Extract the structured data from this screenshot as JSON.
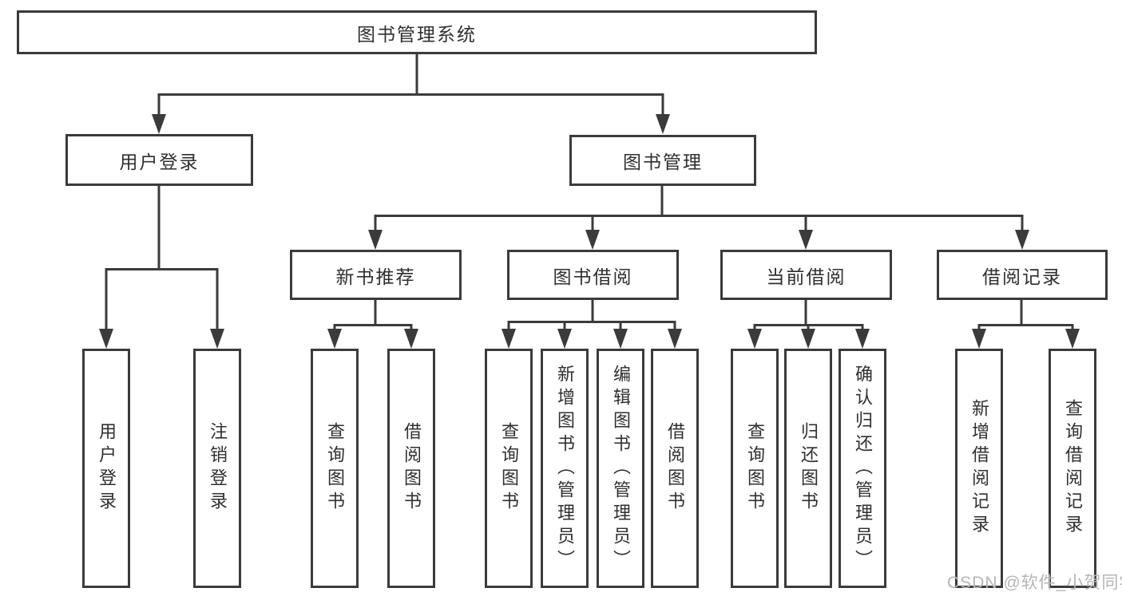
{
  "diagram": {
    "title": "图书管理系统",
    "branches": {
      "user_login": {
        "label": "用户登录",
        "children": [
          {
            "label": "用户登录"
          },
          {
            "label": "注销登录"
          }
        ]
      },
      "book_management": {
        "label": "图书管理",
        "sections": [
          {
            "label": "新书推荐",
            "children": [
              {
                "label": "查询图书"
              },
              {
                "label": "借阅图书"
              }
            ]
          },
          {
            "label": "图书借阅",
            "children": [
              {
                "label": "查询图书"
              },
              {
                "label": "新增图书（管理员）"
              },
              {
                "label": "编辑图书（管理员）"
              },
              {
                "label": "借阅图书"
              }
            ]
          },
          {
            "label": "当前借阅",
            "children": [
              {
                "label": "查询图书"
              },
              {
                "label": "归还图书"
              },
              {
                "label": "确认归还（管理员）"
              }
            ]
          },
          {
            "label": "借阅记录",
            "children": [
              {
                "label": "新增借阅记录"
              },
              {
                "label": "查询借阅记录"
              }
            ]
          }
        ]
      }
    }
  },
  "watermark": {
    "text": "CSDN @软件_小贺同学"
  },
  "colors": {
    "line": "#3b3b3b",
    "text": "#2f2f2f",
    "watermark": "#b5b5b5",
    "background": "#ffffff"
  }
}
